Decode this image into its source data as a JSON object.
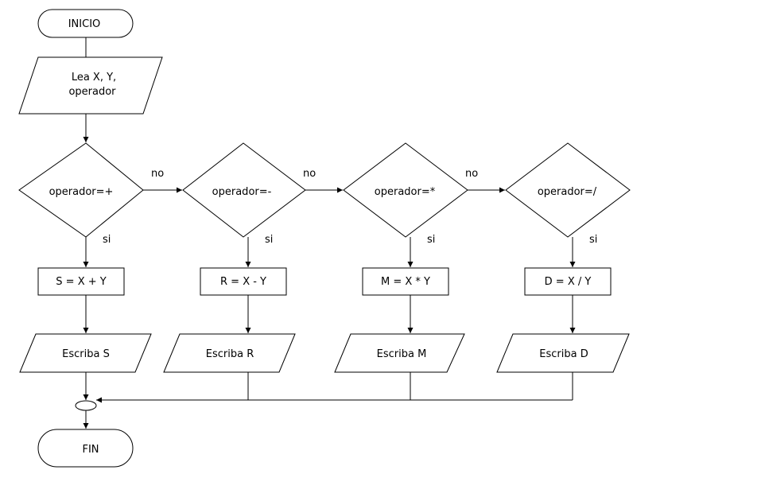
{
  "flowchart": {
    "start": "INICIO",
    "input": {
      "line1": "Lea  X, Y,",
      "line2": "operador"
    },
    "decisions": [
      {
        "condition": "operador=+"
      },
      {
        "condition": "operador=-"
      },
      {
        "condition": "operador=*"
      },
      {
        "condition": "operador=/"
      }
    ],
    "no_label": "no",
    "yes_label": "si",
    "processes": [
      {
        "text": "S = X + Y"
      },
      {
        "text": "R = X - Y"
      },
      {
        "text": "M = X * Y"
      },
      {
        "text": "D = X / Y"
      }
    ],
    "outputs": [
      {
        "text": "Escriba  S"
      },
      {
        "text": "Escriba  R"
      },
      {
        "text": "Escriba  M"
      },
      {
        "text": "Escriba  D"
      }
    ],
    "end": "FIN"
  }
}
